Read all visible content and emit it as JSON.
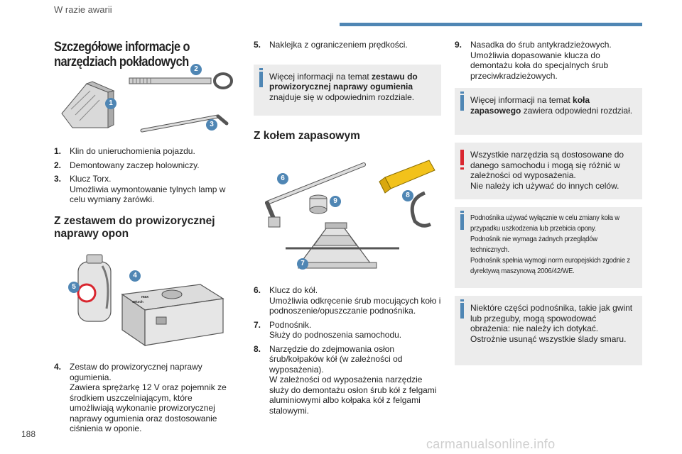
{
  "header": {
    "section": "W razie awarii"
  },
  "page_number": "188",
  "watermark": "carmanualsonline.info",
  "main_title": "Szczegółowe informacje o narzędziach pokładowych",
  "tools": {
    "items": [
      {
        "num": "1.",
        "line1": "Klin do unieruchomienia pojazdu.",
        "line2": ""
      },
      {
        "num": "2.",
        "line1": "Demontowany zaczep holowniczy.",
        "line2": ""
      },
      {
        "num": "3.",
        "line1": "Klucz Torx.",
        "line2": "Umożliwia wymontowanie tylnych lamp w celu wymiany żarówki."
      }
    ],
    "badges": [
      "1",
      "2",
      "3"
    ]
  },
  "repair_kit": {
    "title": "Z zestawem do prowizorycznej naprawy opon",
    "badges": [
      "4",
      "5"
    ],
    "sticker_line1": "max",
    "sticker_line2": "80km/h",
    "item4": {
      "num": "4.",
      "line1": "Zestaw do prowizorycznej naprawy ogumienia.",
      "line2": "Zawiera sprężarkę 12 V oraz pojemnik ze środkiem uszczelniającym, które umożliwiają wykonanie prowizorycznej naprawy ogumienia oraz dostosowanie ciśnienia w oponie."
    },
    "item5": {
      "num": "5.",
      "line1": "Naklejka z ograniczeniem prędkości."
    },
    "info_prefix": "Więcej informacji na temat ",
    "info_bold": "zestawu do prowizorycznej naprawy ogumienia",
    "info_suffix": " znajduje się w odpowiednim rozdziale."
  },
  "spare_wheel": {
    "title": "Z kołem zapasowym",
    "badges": [
      "6",
      "7",
      "8",
      "9"
    ],
    "items": [
      {
        "num": "6.",
        "line1": "Klucz do kół.",
        "line2": "Umożliwia odkręcenie śrub mocujących koło i podnoszenie/opuszczanie podnośnika."
      },
      {
        "num": "7.",
        "line1": "Podnośnik.",
        "line2": "Służy do podnoszenia samochodu."
      },
      {
        "num": "8.",
        "line1": "Narzędzie do zdejmowania osłon śrub/kołpaków kół (w zależności od wyposażenia).",
        "line2": "W zależności od wyposażenia narzędzie służy do demontażu osłon śrub kół z felgami aluminiowymi albo kołpaka kół z felgami stalowymi."
      },
      {
        "num": "9.",
        "line1": "Nasadka do śrub antykradzieżowych.",
        "line2": "Umożliwia dopasowanie klucza do demontażu koła do specjalnych śrub przeciwkradzieżowych."
      }
    ]
  },
  "notes": {
    "spare_prefix": "Więcej informacji na temat ",
    "spare_bold": "koła zapasowego",
    "spare_suffix": " zawiera odpowiedni rozdział.",
    "warning_line1": "Wszystkie narzędzia są dostosowane do danego samochodu i mogą się różnić w zależności od wyposażenia.",
    "warning_line2": "Nie należy ich używać do innych celów.",
    "jack_1": "Podnośnika używać wyłącznie w celu zmiany koła w przypadku uszkodzenia lub przebicia opony.",
    "jack_2": "Podnośnik nie wymaga żadnych przeglądów technicznych.",
    "jack_3": "Podnośnik spełnia wymogi norm europejskich zgodnie z dyrektywą maszynową 2006/42/WE.",
    "grease": "Niektóre części podnośnika, takie jak gwint lub przeguby, mogą spowodować obrażenia: nie należy ich dotykać. Ostrożnie usunąć wszystkie ślady smaru."
  },
  "colors": {
    "accent": "#4f86b4",
    "warning": "#d9262f",
    "box_bg": "#ececec",
    "tool_yellow": "#f2c21b"
  }
}
